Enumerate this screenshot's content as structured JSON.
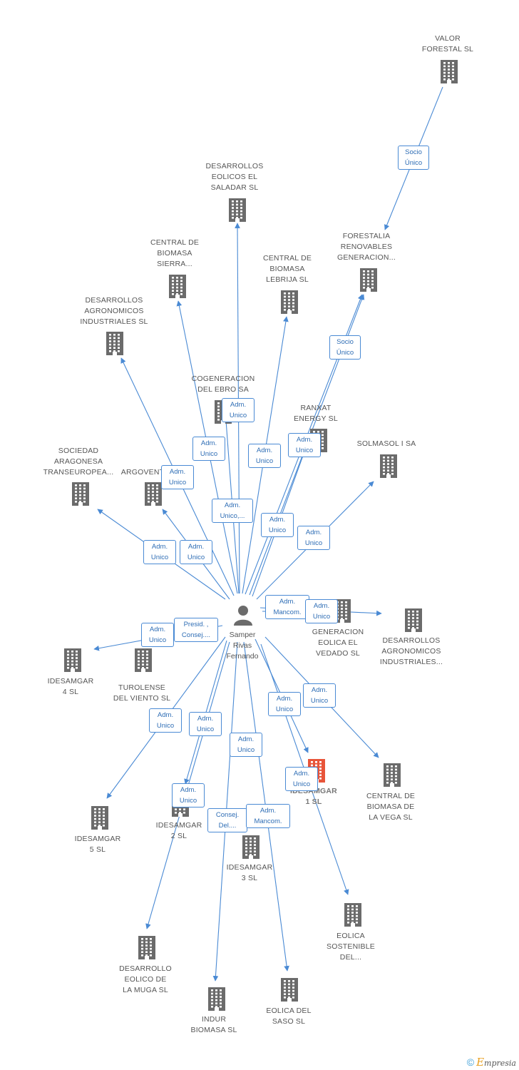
{
  "person": {
    "label": "Samper\nRivas\nFernando"
  },
  "nodes": [
    {
      "id": "valor",
      "label": "VALOR\nFORESTAL SL"
    },
    {
      "id": "forestalia",
      "label": "FORESTALIA\nRENOVABLES\nGENERACION..."
    },
    {
      "id": "saladar",
      "label": "DESARROLLOS\nEOLICOS EL\nSALADAR SL"
    },
    {
      "id": "sierra",
      "label": "CENTRAL DE\nBIOMASA\nSIERRA..."
    },
    {
      "id": "lebrija",
      "label": "CENTRAL DE\nBIOMASA\nLEBRIJA SL"
    },
    {
      "id": "dai1",
      "label": "DESARROLLOS\nAGRONOMICOS\nINDUSTRIALES SL"
    },
    {
      "id": "ebro",
      "label": "COGENERACION\nDEL EBRO SA"
    },
    {
      "id": "ranxat",
      "label": "RANXAT\nENERGY SL"
    },
    {
      "id": "solmasol",
      "label": "SOLMASOL I SA"
    },
    {
      "id": "sociedad",
      "label": "SOCIEDAD\nARAGONESA\nTRANSEUROPEA..."
    },
    {
      "id": "argovent",
      "label": "ARGOVENT"
    },
    {
      "id": "vedado",
      "label": "GENERACION\nEOLICA EL\nVEDADO SL"
    },
    {
      "id": "dai2",
      "label": "DESARROLLOS\nAGRONOMICOS\nINDUSTRIALES..."
    },
    {
      "id": "ides4",
      "label": "IDESAMGAR\n4  SL"
    },
    {
      "id": "turolense",
      "label": "TUROLENSE\nDEL VIENTO SL"
    },
    {
      "id": "ides1",
      "label": "IDESAMGAR\n1  SL",
      "focus": true
    },
    {
      "id": "vega",
      "label": "CENTRAL DE\nBIOMASA DE\nLA VEGA SL"
    },
    {
      "id": "ides5",
      "label": "IDESAMGAR\n5  SL"
    },
    {
      "id": "ides2",
      "label": "IDESAMGAR\n2  SL"
    },
    {
      "id": "ides3",
      "label": "IDESAMGAR\n3  SL"
    },
    {
      "id": "eolsost",
      "label": "EOLICA\nSOSTENIBLE\nDEL..."
    },
    {
      "id": "muga",
      "label": "DESARROLLO\nEOLICO DE\nLA MUGA SL"
    },
    {
      "id": "indur",
      "label": "INDUR\nBIOMASA SL"
    },
    {
      "id": "saso",
      "label": "EOLICA DEL\nSASO SL"
    }
  ],
  "relations": [
    {
      "label": "Socio\nÚnico"
    },
    {
      "label": "Socio\nÚnico"
    },
    {
      "label": "Adm.\nUnico"
    },
    {
      "label": "Adm.\nUnico"
    },
    {
      "label": "Adm.\nUnico"
    },
    {
      "label": "Adm.\nUnico"
    },
    {
      "label": "Adm.\nUnico"
    },
    {
      "label": "Adm.\nUnico,..."
    },
    {
      "label": "Adm.\nUnico"
    },
    {
      "label": "Adm.\nUnico"
    },
    {
      "label": "Adm.\nUnico"
    },
    {
      "label": "Adm.\nUnico"
    },
    {
      "label": "Adm.\nMancom."
    },
    {
      "label": "Adm.\nUnico"
    },
    {
      "label": "Presid. ,\nConsej...."
    },
    {
      "label": "Adm.\nUnico"
    },
    {
      "label": "Adm.\nUnico"
    },
    {
      "label": "Adm.\nUnico"
    },
    {
      "label": "Adm.\nUnico"
    },
    {
      "label": "Adm.\nUnico"
    },
    {
      "label": "Adm.\nUnico"
    },
    {
      "label": "Adm.\nUnico"
    },
    {
      "label": "Adm.\nUnico"
    },
    {
      "label": "Consej.\nDel...."
    },
    {
      "label": "Adm.\nMancom."
    }
  ],
  "footer": {
    "copyright": "©",
    "brand": "mpresia",
    "brand_initial": "E"
  },
  "colors": {
    "edge": "#4a8ad4",
    "building": "#6b6b6b",
    "focus_building": "#e8553a"
  }
}
